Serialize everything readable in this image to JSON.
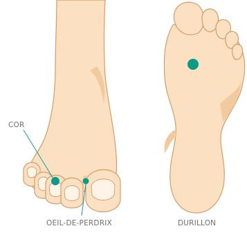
{
  "labels": {
    "cor": "COR",
    "oeil_de_perdrix": "OEIL-DE-PERDRIX",
    "durillon": "DURILLON"
  },
  "colors": {
    "skin": "#fbe1c2",
    "skin_shadow": "#f1cb9f",
    "outline": "#d59b68",
    "toenail": "#fdf3e6",
    "marker": "#0e9a88",
    "leader_line": "#16a090",
    "label_text": "#6f6f6f"
  }
}
